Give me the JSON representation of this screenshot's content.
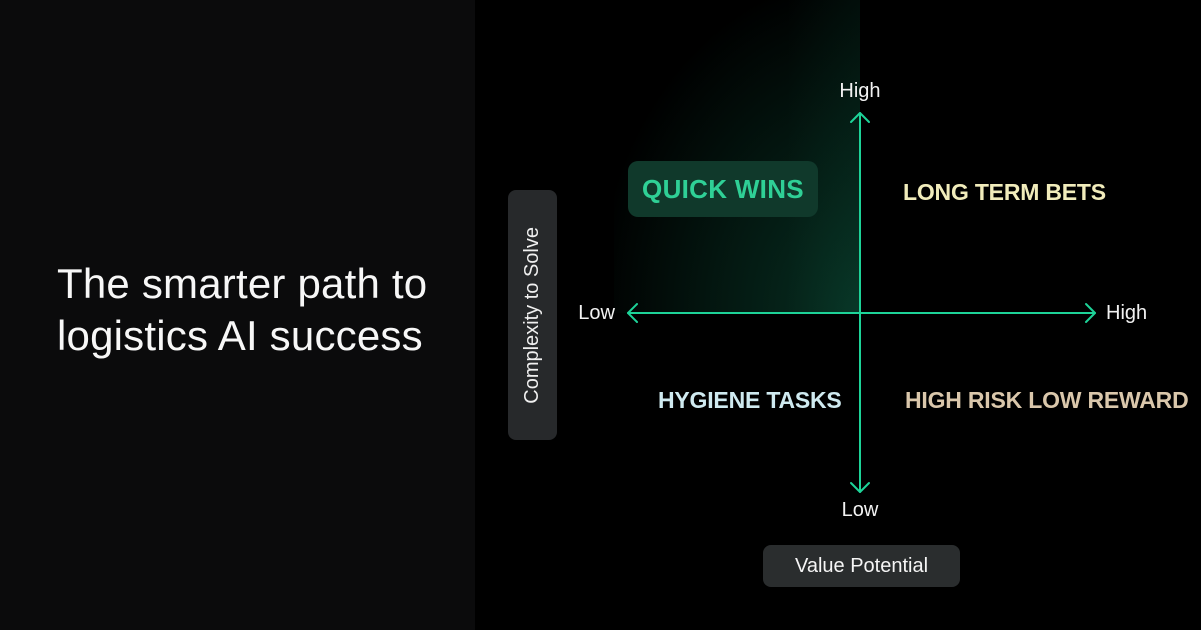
{
  "left_panel": {
    "title_line1": "The smarter path to",
    "title_line2": "logistics AI success"
  },
  "chart": {
    "type": "quadrant-matrix",
    "x_axis": {
      "label": "Value Potential",
      "low": "Low",
      "high": "High"
    },
    "y_axis": {
      "label": "Complexity to Solve",
      "low": "Low",
      "high": "High"
    },
    "quadrants": [
      {
        "position": "top-left",
        "label": "QUICK WINS",
        "color": "#2fd096",
        "highlighted": true
      },
      {
        "position": "top-right",
        "label": "LONG TERM BETS",
        "color": "#f1ecbb",
        "highlighted": false
      },
      {
        "position": "bottom-left",
        "label": "HYGIENE TASKS",
        "color": "#cfeaf0",
        "highlighted": false
      },
      {
        "position": "bottom-right",
        "label": "HIGH RISK LOW REWARD",
        "color": "#dac7ab",
        "highlighted": false
      }
    ]
  },
  "theme": {
    "left_panel_bg": "#0b0b0c",
    "chart_bg": "#000000",
    "axis_color": "#1dd398",
    "title_color": "#f7f7f7",
    "axis_label_box_bg": "#2a2d2e",
    "quick_wins_box_bg": "#10392b"
  }
}
